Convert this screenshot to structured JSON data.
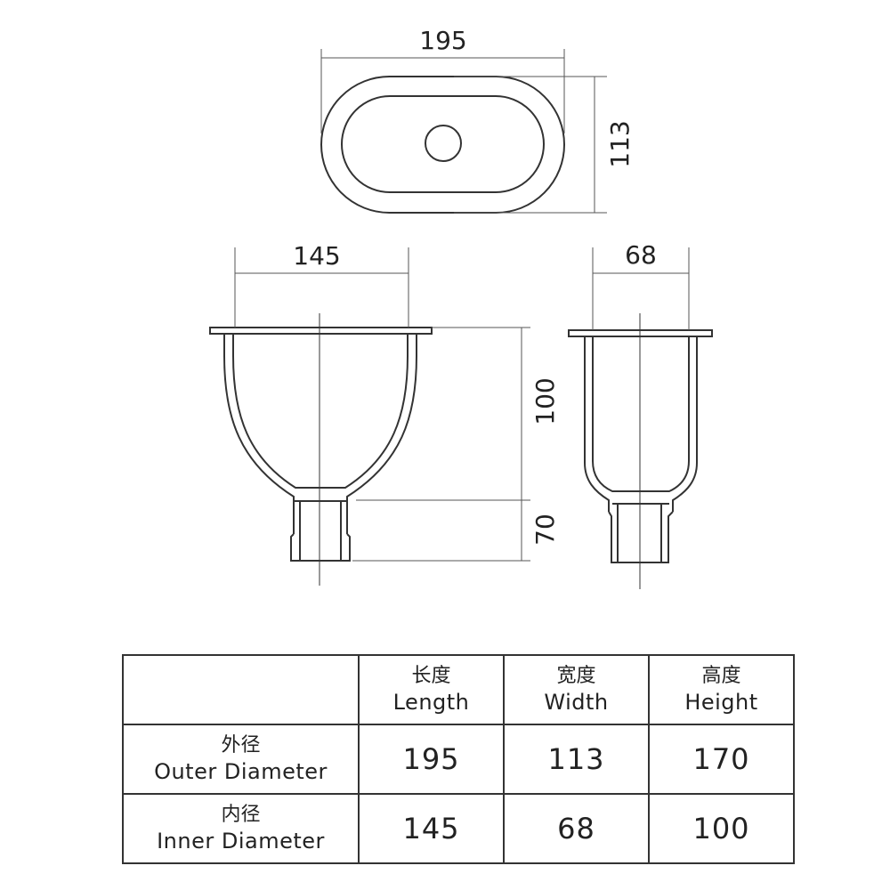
{
  "dimensions": {
    "top_length": "195",
    "top_width": "113",
    "front_length": "145",
    "front_body_height": "100",
    "front_outlet_height": "70",
    "side_width": "68"
  },
  "table": {
    "headers": [
      {
        "cn": "长度",
        "en": "Length"
      },
      {
        "cn": "宽度",
        "en": "Width"
      },
      {
        "cn": "高度",
        "en": "Height"
      }
    ],
    "rows": [
      {
        "cn": "外径",
        "en": "Outer Diameter",
        "values": [
          "195",
          "113",
          "170"
        ]
      },
      {
        "cn": "内径",
        "en": "Inner Diameter",
        "values": [
          "145",
          "68",
          "100"
        ]
      }
    ]
  }
}
